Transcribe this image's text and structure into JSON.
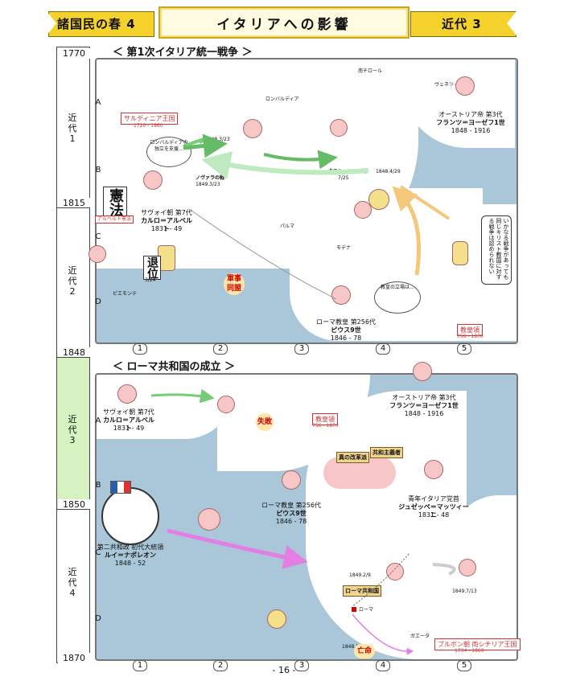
{
  "header": {
    "left_banner": "諸国民の春 4",
    "title": "イタリアへの影響",
    "right_banner": "近代 3"
  },
  "timeline": {
    "years": [
      "1770",
      "1815",
      "1848",
      "1850",
      "1870"
    ],
    "eras": [
      "近代 1",
      "近代 2",
      "近代 3",
      "近代 4"
    ]
  },
  "section1": {
    "title": "＜ 第1次イタリア統一戦争 ＞",
    "rows": [
      "A",
      "B",
      "C",
      "D"
    ],
    "cols": [
      "1",
      "2",
      "3",
      "4",
      "5"
    ],
    "places": {
      "sardinia": "サルディニア王国",
      "lombardia": "ロンバルディア",
      "tirol": "南チロール",
      "venezia": "ヴェネツィア",
      "parma": "パルマ",
      "modena": "モデナ",
      "piemonte": "ピエモンテ",
      "papal": "教皇領"
    },
    "sardinia_years": "1720 - 1860",
    "papal_years": "756 - 1870",
    "king_title": "サヴォイ朝 第7代",
    "king_name": "カルロ＝アルベルト",
    "king_years": "1831 - 49",
    "emperor_title": "オーストリア帝 第3代",
    "emperor_name": "フランツ＝ヨーゼフ1世",
    "emperor_years": "1848 - 1916",
    "pope_title": "ローマ教皇 第256代",
    "pope_name": "ピウス9世",
    "pope_years": "1846 - 78",
    "event1": "1848.3/23",
    "event2": "ノヴァラの戦",
    "event2_date": "1849.3/23",
    "event3": "クストッツァの戦",
    "event3_date": "7/25",
    "event4": "1848.4/29",
    "constitution": "憲法",
    "constitution_tag": "アルベルト憲法",
    "abdication": "退位",
    "abdication_date": "3/24",
    "stamp1": "軍事同盟",
    "bubble1": "ロンバルディアの独立を支援…",
    "bubble2": "教皇の立場は…",
    "bubble3": "いかなる戦争があっても同じキリスト教国に対する戦争は認められない"
  },
  "section2": {
    "title": "＜ ローマ共和国の成立 ＞",
    "rows": [
      "A",
      "B",
      "C",
      "D"
    ],
    "cols": [
      "1",
      "2",
      "3",
      "4",
      "5"
    ],
    "papal": "教皇領",
    "papal_years": "756 - 1870",
    "king_title": "サヴォイ朝 第7代",
    "king_name": "カルロ＝アルベルト",
    "king_years": "1831 - 49",
    "emperor_title": "オーストリア帝 第3代",
    "emperor_name": "フランツ＝ヨーゼフ1世",
    "emperor_years": "1848 - 1916",
    "pope_title": "ローマ教皇 第256代",
    "pope_name": "ピウス9世",
    "pope_years": "1846 - 78",
    "napoleon_title": "第二共和政 初代大統領",
    "napoleon_name": "ルイ＝ナポレオン",
    "napoleon_years": "1848 - 52",
    "mazzini_title": "青年イタリア党首",
    "mazzini_name": "ジュゼッペ＝マッツィーニ",
    "mazzini_years": "1831 - 48",
    "sicily_label": "ブルボン朝 両シチリア王国",
    "sicily_years": "1734 - 1860",
    "fail_stamp": "失敗",
    "exile_stamp": "亡命",
    "rome": "ローマ",
    "republic": "ローマ共和国",
    "sign_left": "真の改革派",
    "sign_right": "共和主義者",
    "date1": "1849.2/9",
    "date2": "1849.7/13",
    "date3": "1848.11/24",
    "gaeta": "ガエータ"
  },
  "page": "- 16 -"
}
